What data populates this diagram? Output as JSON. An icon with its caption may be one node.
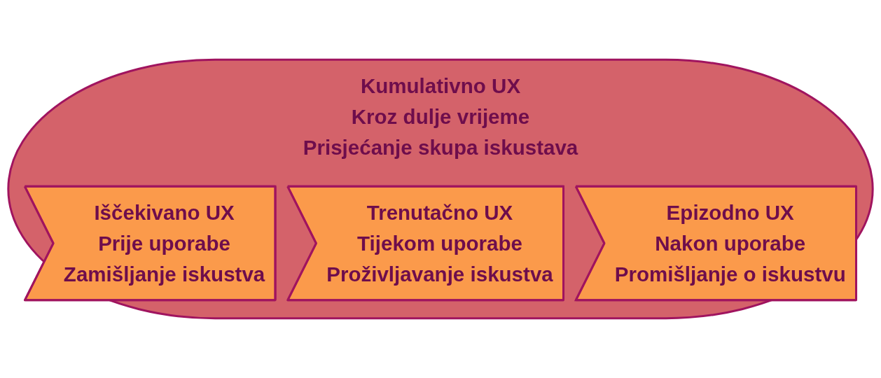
{
  "diagram": {
    "nodes": [
      {
        "text": [
          "Kumulativno UX",
          "Kroz dulje vrijeme",
          "Prisjećanje skupa iskustava"
        ]
      },
      {
        "text": [
          "Iščekivano UX",
          "Prije uporabe",
          "Zamišljanje iskustva"
        ],
        "in": 0
      },
      {
        "text": [
          "Trenutačno UX",
          "Tijekom uporabe",
          "Proživljavanje iskustva"
        ],
        "in": 0
      },
      {
        "text": [
          "Epizodno UX",
          "Nakon uporabe",
          "Promišljanje o iskustvu"
        ],
        "in": 0
      }
    ]
  }
}
